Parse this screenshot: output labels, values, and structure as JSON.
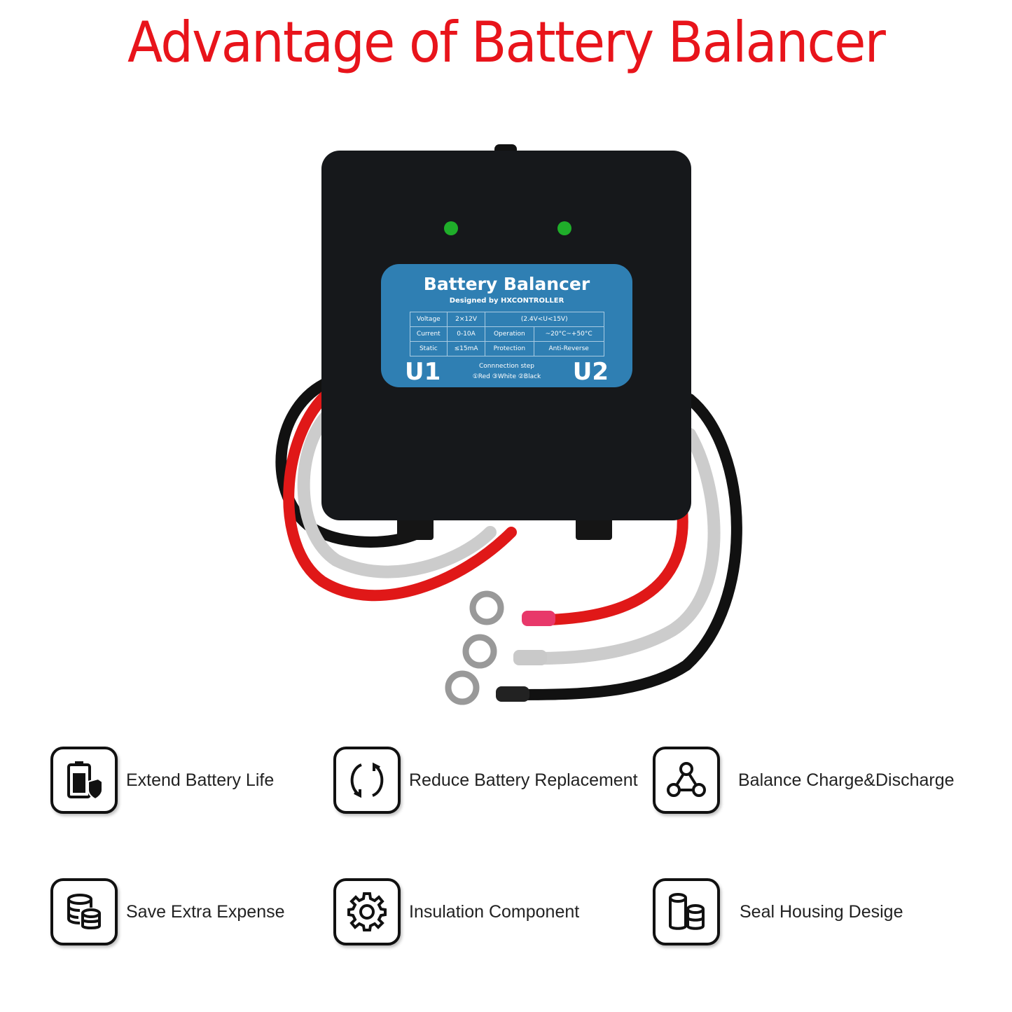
{
  "title": "Advantage of Battery Balancer",
  "product_label": {
    "title": "Battery Balancer",
    "subtitle": "Designed by HXCONTROLLER",
    "specs": [
      [
        "Voltage",
        "2×12V",
        "(2.4V<U<15V)"
      ],
      [
        "Current",
        "0-10A",
        "Operation",
        "~20°C~+50°C"
      ],
      [
        "Static",
        "≤15mA",
        "Protection",
        "Anti-Reverse"
      ]
    ],
    "u1": "U1",
    "u2": "U2",
    "connection_title": "Connnection step",
    "connection_steps": "①Red ③White ②Black"
  },
  "features": [
    {
      "icon": "battery-shield-icon",
      "label": "Extend Battery Life"
    },
    {
      "icon": "refresh-icon",
      "label": "Reduce Battery Replacement"
    },
    {
      "icon": "network-nodes-icon",
      "label": "Balance Charge&Discharge"
    },
    {
      "icon": "coin-stack-icon",
      "label": "Save Extra Expense"
    },
    {
      "icon": "gear-icon",
      "label": "Insulation Component"
    },
    {
      "icon": "cylinders-icon",
      "label": "Seal Housing Desige"
    }
  ],
  "colors": {
    "title": "#e8141b",
    "label": "#2f7fb3",
    "led": "#1fae2a"
  }
}
